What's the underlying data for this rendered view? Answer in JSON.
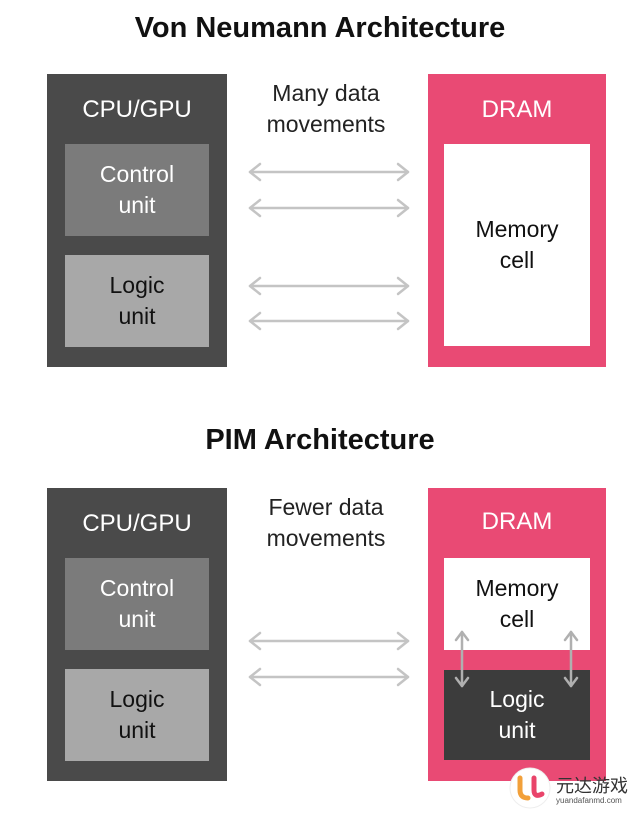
{
  "von_neumann": {
    "title": "Von Neumann Architecture",
    "cpu": {
      "title": "CPU/GPU",
      "control_line1": "Control",
      "control_line2": "unit",
      "logic_line1": "Logic",
      "logic_line2": "unit"
    },
    "caption_line1": "Many data",
    "caption_line2": "movements",
    "dram": {
      "title": "DRAM",
      "memory_line1": "Memory",
      "memory_line2": "cell"
    }
  },
  "pim": {
    "title": "PIM Architecture",
    "cpu": {
      "title": "CPU/GPU",
      "control_line1": "Control",
      "control_line2": "unit",
      "logic_line1": "Logic",
      "logic_line2": "unit"
    },
    "caption_line1": "Fewer data",
    "caption_line2": "movements",
    "dram": {
      "title": "DRAM",
      "memory_line1": "Memory",
      "memory_line2": "cell",
      "logic_line1": "Logic",
      "logic_line2": "unit"
    }
  },
  "watermark": {
    "text": "元达游戏",
    "url": "yuandafanmd.com"
  },
  "colors": {
    "cpu": "#4a4a4a",
    "control": "#7b7b7b",
    "logic": "#a8a8a8",
    "dram": "#e94a74",
    "dram_logic": "#3c3c3c",
    "arrow": "#c4c4c4"
  }
}
